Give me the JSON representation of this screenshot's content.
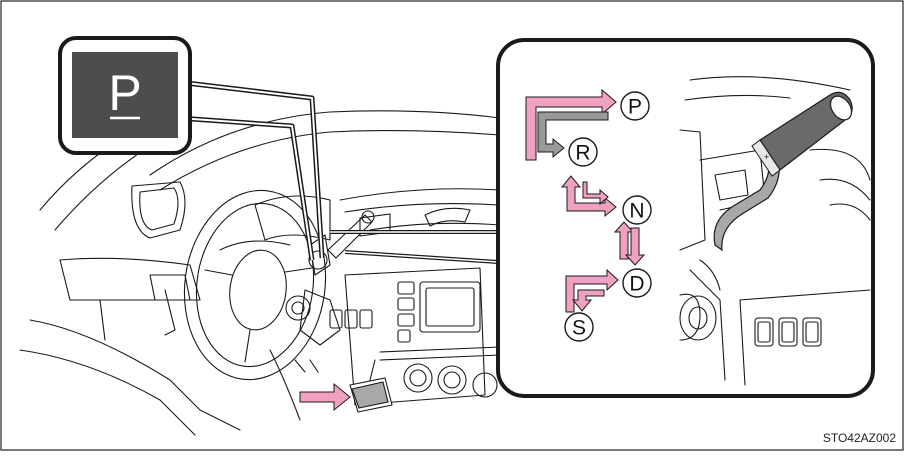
{
  "indicator": {
    "label": "P",
    "bg_color": "#4d4d4d",
    "text_color": "#ffffff"
  },
  "gears": {
    "park": "P",
    "reverse": "R",
    "neutral": "N",
    "drive": "D",
    "sport": "S"
  },
  "arrow_colors": {
    "pink": "#f0a0c0",
    "gray": "#9a9a9a"
  },
  "figure_code": "STO42AZ002"
}
